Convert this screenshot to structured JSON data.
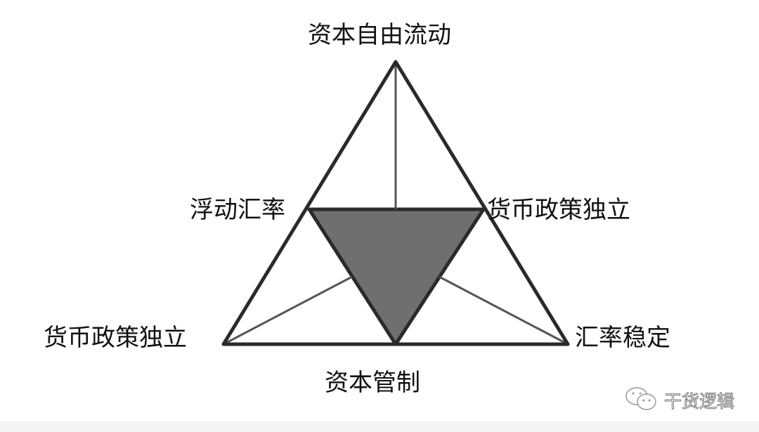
{
  "labels": {
    "top": "资本自由流动",
    "mid_left": "浮动汇率",
    "mid_right": "货币政策独立",
    "bottom_left": "货币政策独立",
    "bottom_right": "汇率稳定",
    "bottom_center": "资本管制"
  },
  "watermark": {
    "text": "干货逻辑",
    "icon": "wechat-icon"
  },
  "colors": {
    "outline": "#2a2a2a",
    "inner_fill": "#6f6f6f",
    "thin_line": "#555555"
  }
}
